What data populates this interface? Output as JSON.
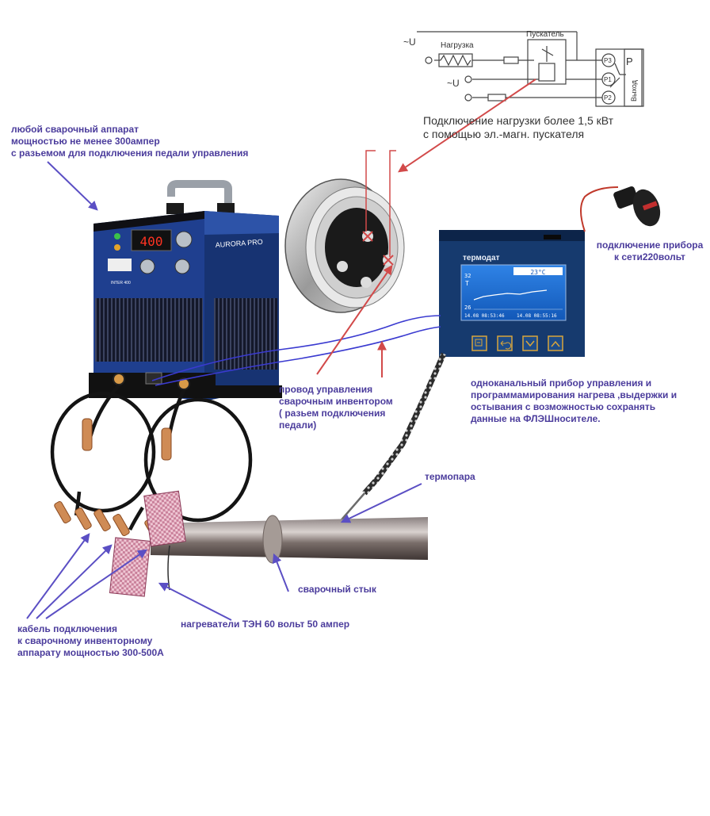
{
  "schematic": {
    "u_top": "~U",
    "u_bottom": "~U",
    "load_label": "Нагрузка",
    "starter_label": "Пускатель",
    "p3": "P3",
    "p1": "P1",
    "p2": "P2",
    "relay_p": "P",
    "output_label": "Выход",
    "caption": "Подключение нагрузки более 1,5 кВт\nс помощью эл.-магн. пускателя"
  },
  "welder": {
    "display_value": "400",
    "brand_text": "AURORA PRO",
    "model_text": "INTER 400"
  },
  "controller": {
    "brand": "термодат",
    "temp_reading": "23°C",
    "axis_top": "32",
    "axis_bottom": "26",
    "axis_unit": "T",
    "time_left": "14.08 08:53:46",
    "time_right": "14.08 08:55:16"
  },
  "labels": {
    "welder_note": "любой сварочный аппарат\nмощностью не менее 300ампер\nс разьемом для подключения педали управления",
    "power_note": "подключение прибора\nк сети220вольт",
    "control_wire": "провод управления\nсварочным инвентором\n( разьем подключения\nпедали)",
    "controller_note": "одноканальный прибор управления и\nпрограммамирования нагрева ,выдержки и\nостывания с возможностью сохранять\nданные на ФЛЭШносителе.",
    "thermocouple": "термопара",
    "weld_joint": "сварочный стык",
    "cable_note": "кабель подключения\nк сварочному инвенторному\nаппарату мощностью 300-500А",
    "heaters_note": "нагреватели ТЭН 60 вольт 50 ампер"
  },
  "colors": {
    "label_text": "#4b3c9c",
    "arrow_blue": "#5b4fc4",
    "arrow_red": "#d24a4a",
    "welder_body": "#1f3f8f",
    "screen_blue": "#1f6fd8"
  }
}
